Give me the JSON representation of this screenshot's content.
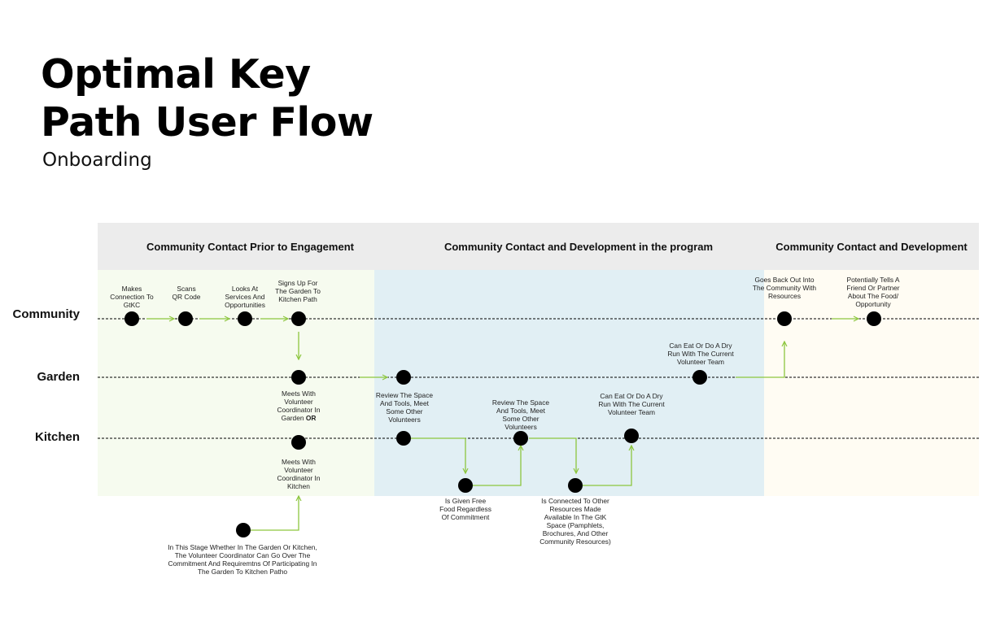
{
  "title": "Optimal Key Path User Flow",
  "subtitle": "Onboarding",
  "stages": [
    "Community Contact Prior to Engagement",
    "Community Contact and Development in the program",
    "Community Contact and Development"
  ],
  "lanes": [
    "Community",
    "Garden",
    "Kitchen"
  ],
  "steps": {
    "makes_connection": "Makes Connection To GtKC",
    "scans_qr": "Scans QR Code",
    "looks_at_services": "Looks At Services And Opportunities",
    "signs_up": "Signs Up For The Garden To Kitchen Path",
    "meets_garden": "Meets With Volunteer Coordinator In Garden",
    "or_word": "OR",
    "meets_kitchen": "Meets With Volunteer Coordinator In Kitchen",
    "stage_note": "In This Stage Whether In The Garden Or Kitchen, The Volunteer Coordinator Can Go Over The Commitment And Requiremtns Of Participating In The Garden To Kitchen Patho",
    "review_garden": "Review The Space And Tools, Meet Some Other Volunteers",
    "free_food": "Is Given Free Food Regardless Of Commitment",
    "review_kitchen": "Review The Space And Tools, Meet Some Other Volunteers",
    "other_resources": "Is Connected To Other Resources Made Available In The GtK Space (Pamphlets, Brochures, And Other Community Resources)",
    "dry_run_kitchen": "Can Eat Or Do A Dry Run With The Current Volunteer Team",
    "dry_run_garden": "Can Eat Or Do A Dry Run With The Current Volunteer Team",
    "goes_back_out": "Goes Back Out Into The Community With Resources",
    "tells_friend": "Potentially Tells A Friend Or Partner About The Food/ Opportunity"
  },
  "colors": {
    "arrow": "#8dc63f",
    "node": "#000000",
    "header_band": "#ececec",
    "stage1_bg": "#f6fbef",
    "stage2_bg": "#e1eff4",
    "stage3_bg": "#fffcf3"
  }
}
